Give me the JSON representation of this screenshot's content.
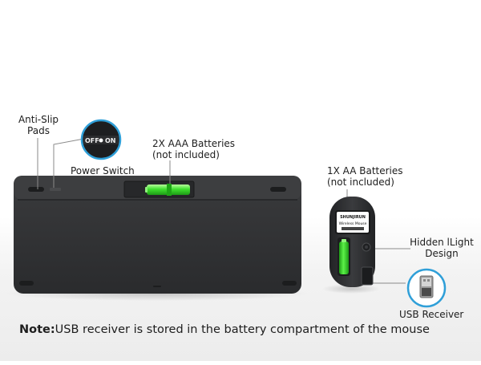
{
  "labels": {
    "anti_slip_line1": "Anti-Slip",
    "anti_slip_line2": "Pads",
    "power_switch": "Power Switch",
    "switch_off": "OFF",
    "switch_on": "ON",
    "keyboard_batteries_line1": "2X AAA Batteries",
    "keyboard_batteries_line2": "(not included)",
    "mouse_batteries_line1": "1X AA Batteries",
    "mouse_batteries_line2": "(not included)",
    "hidden_light_line1": "Hidden lLight",
    "hidden_light_line2": "Design",
    "usb_receiver": "USB Receiver"
  },
  "mouse_sticker": {
    "brand": "SHUNJIRUN",
    "product": "Wireless Mouse"
  },
  "note": {
    "prefix": "Note:",
    "text": "USB receiver is stored in the battery compartment of the mouse"
  },
  "colors": {
    "device_body": "#2b2c2e",
    "accent_ring": "#2f9fd8",
    "battery_green": "#39e22a",
    "pointer_line": "#8a8a8a"
  }
}
